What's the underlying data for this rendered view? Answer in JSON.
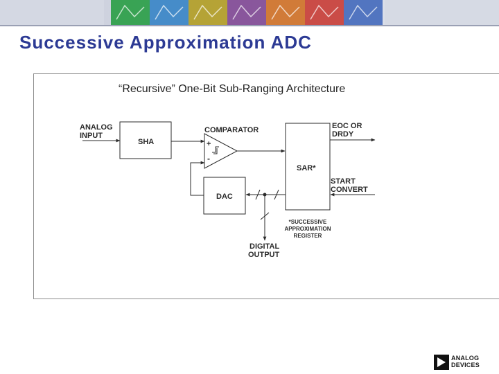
{
  "slide": {
    "title": "Successive Approximation ADC",
    "caption": "“Recursive” One-Bit Sub-Ranging Architecture"
  },
  "banner": {
    "tiles": [
      {
        "name": "analog-tile",
        "color": "#1f9a3c"
      },
      {
        "name": "circuit-tile",
        "color": "#2e7fc4"
      },
      {
        "name": "dsp-tile",
        "color": "#b09a18"
      },
      {
        "name": "interface-tile",
        "color": "#7b3f8f"
      },
      {
        "name": "mems-tile",
        "color": "#d06a1a"
      },
      {
        "name": "sensor-tile",
        "color": "#c8332a"
      },
      {
        "name": "processor-tile",
        "color": "#3a63b8"
      }
    ]
  },
  "diagram": {
    "analog_input_line1": "ANALOG",
    "analog_input_line2": "INPUT",
    "sha": "SHA",
    "comparator": "COMPARATOR",
    "plus": "+",
    "minus": "-",
    "sar": "SAR*",
    "dac": "DAC",
    "eoc_line1": "EOC OR",
    "eoc_line2": "DRDY",
    "start_line1": "START",
    "start_line2": "CONVERT",
    "footnote_line1": "*SUCCESSIVE",
    "footnote_line2": "APPROXIMATION",
    "footnote_line3": "REGISTER",
    "digital_line1": "DIGITAL",
    "digital_line2": "OUTPUT"
  },
  "logo": {
    "line1": "ANALOG",
    "line2": "DEVICES"
  },
  "colors": {
    "title": "#2c3a94",
    "diagram_ink": "#2a2a2a"
  }
}
